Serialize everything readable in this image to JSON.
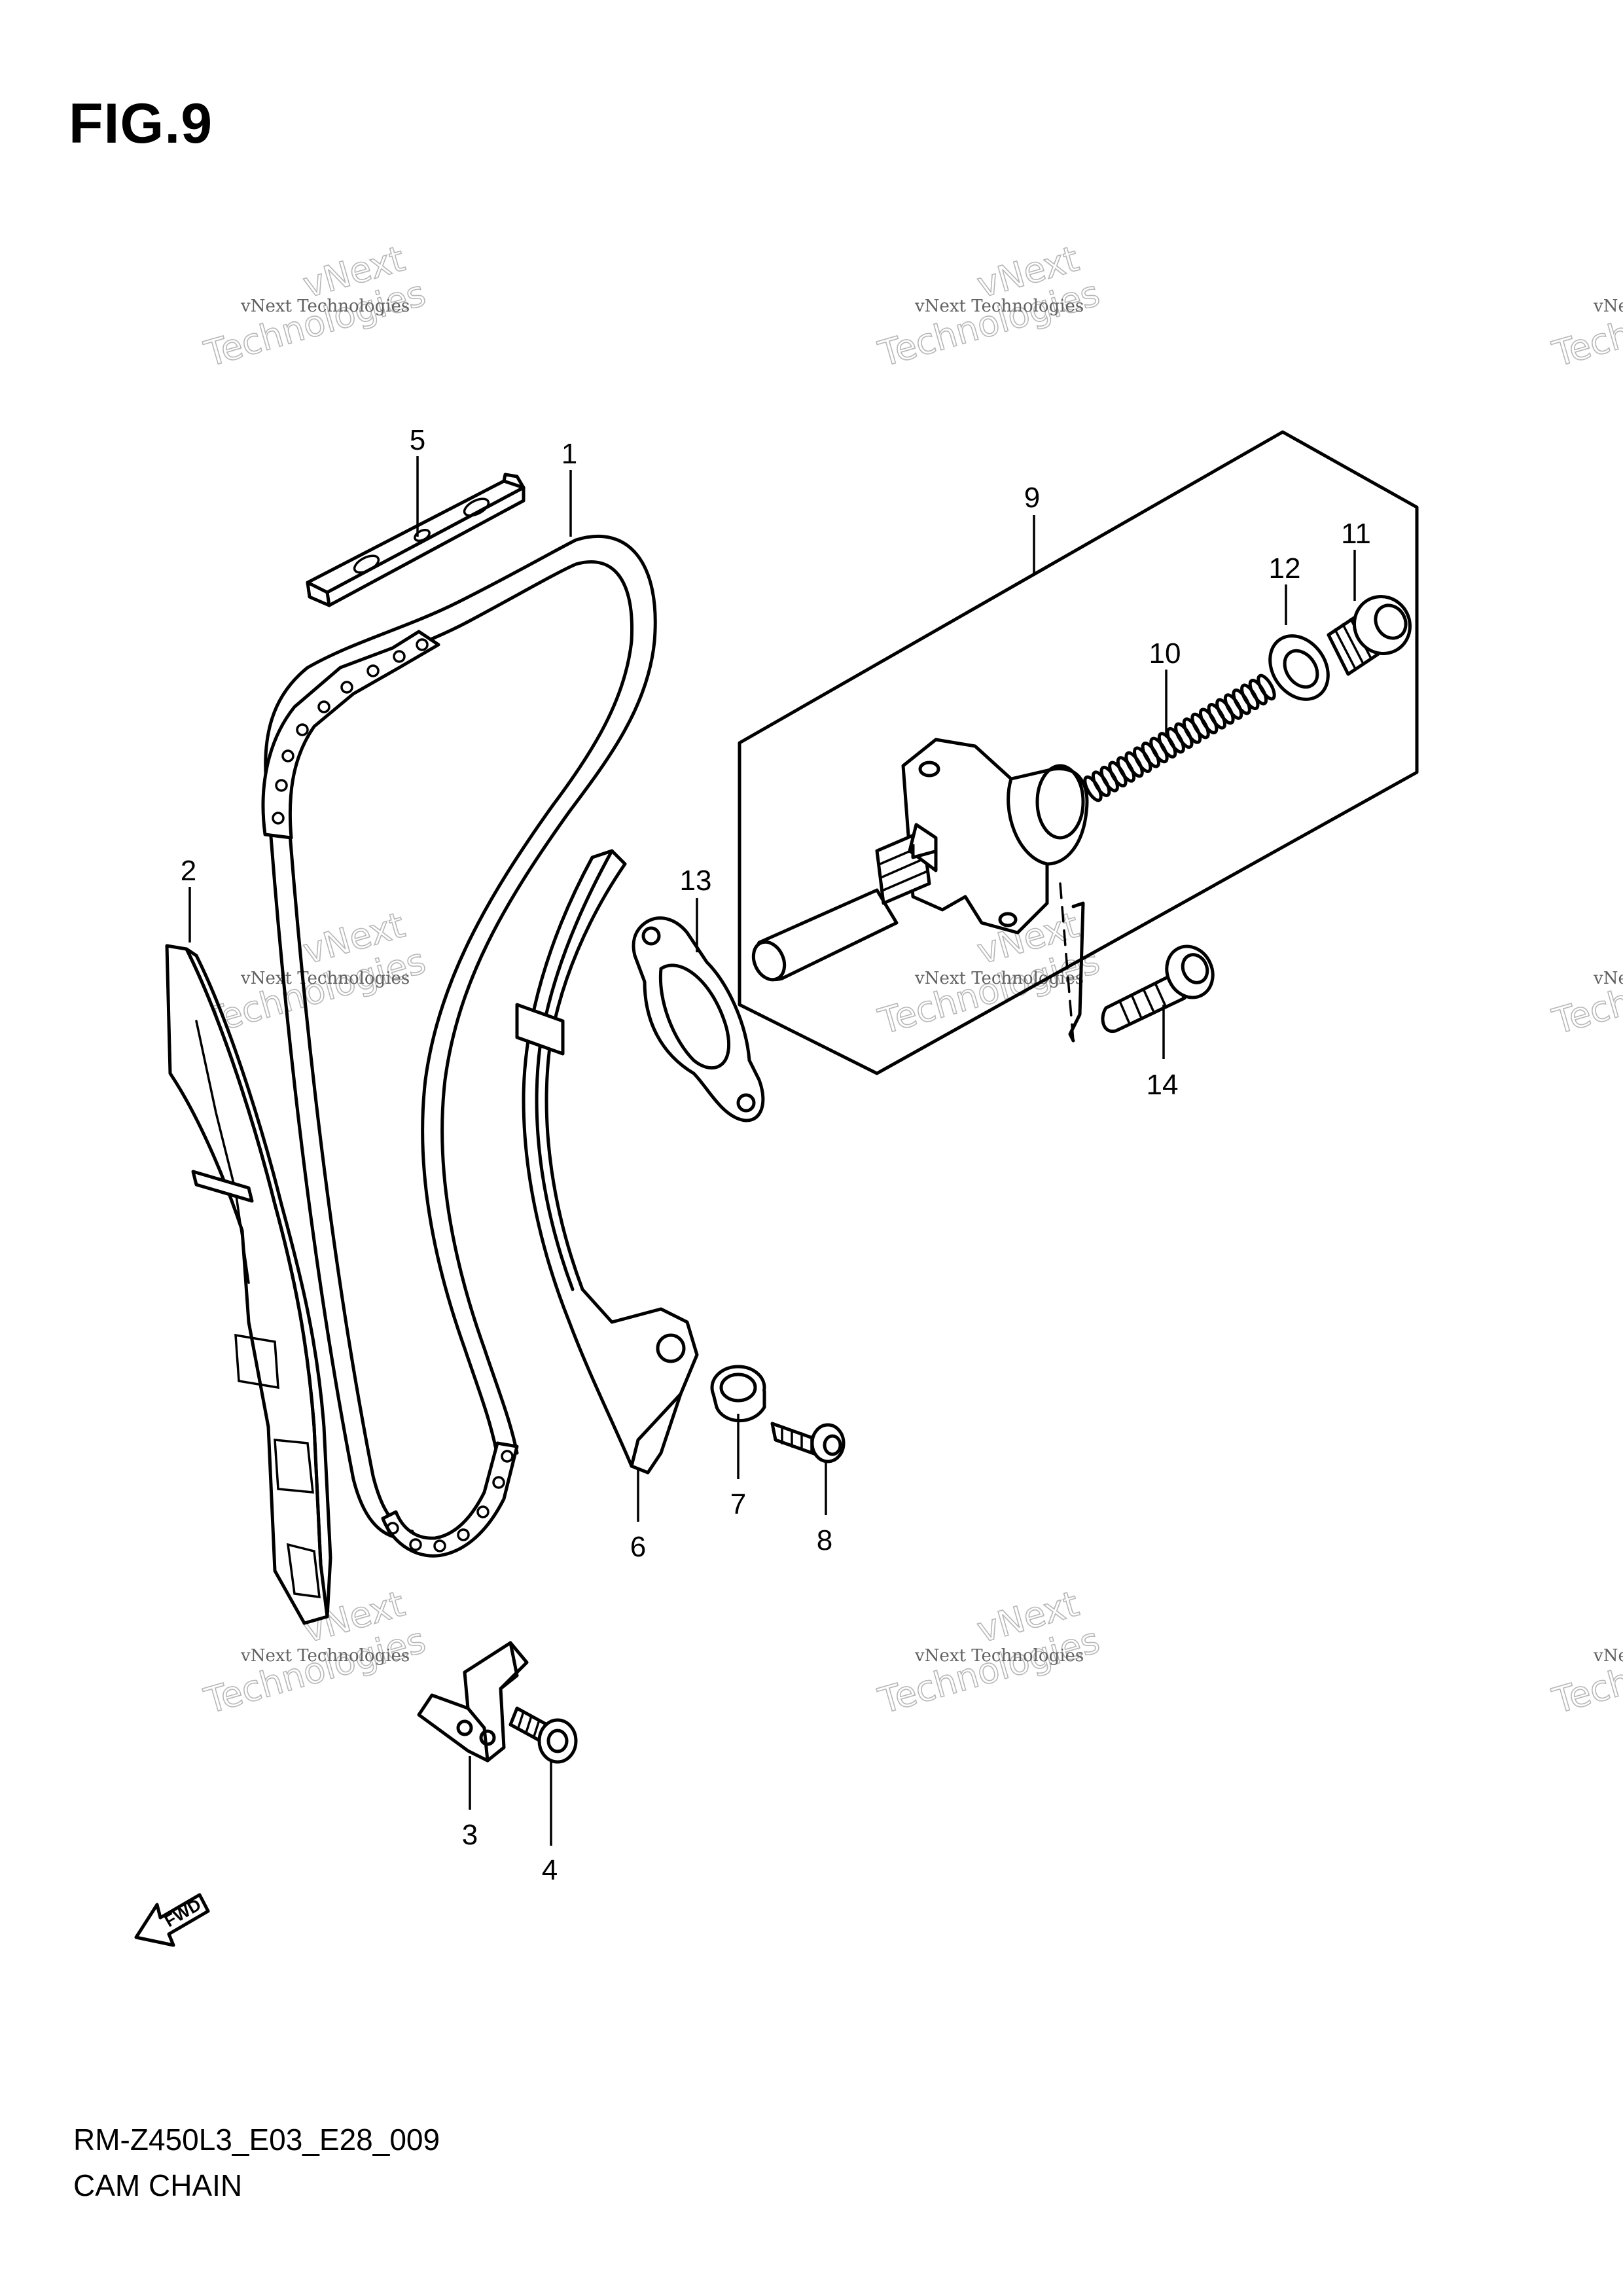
{
  "figure": {
    "title": "FIG.9",
    "code": "RM-Z450L3_E03_E28_009",
    "name": "CAM CHAIN"
  },
  "callouts": [
    {
      "id": "1",
      "label": "1"
    },
    {
      "id": "2",
      "label": "2"
    },
    {
      "id": "3",
      "label": "3"
    },
    {
      "id": "4",
      "label": "4"
    },
    {
      "id": "5",
      "label": "5"
    },
    {
      "id": "6",
      "label": "6"
    },
    {
      "id": "7",
      "label": "7"
    },
    {
      "id": "8",
      "label": "8"
    },
    {
      "id": "9",
      "label": "9"
    },
    {
      "id": "10",
      "label": "10"
    },
    {
      "id": "11",
      "label": "11"
    },
    {
      "id": "12",
      "label": "12"
    },
    {
      "id": "13",
      "label": "13"
    },
    {
      "id": "14",
      "label": "14"
    }
  ],
  "watermark": {
    "small_text": "vNext Technologies",
    "big_line1": "vNext",
    "big_line2": "Technologies"
  },
  "direction_arrow": {
    "label": "FWD"
  }
}
